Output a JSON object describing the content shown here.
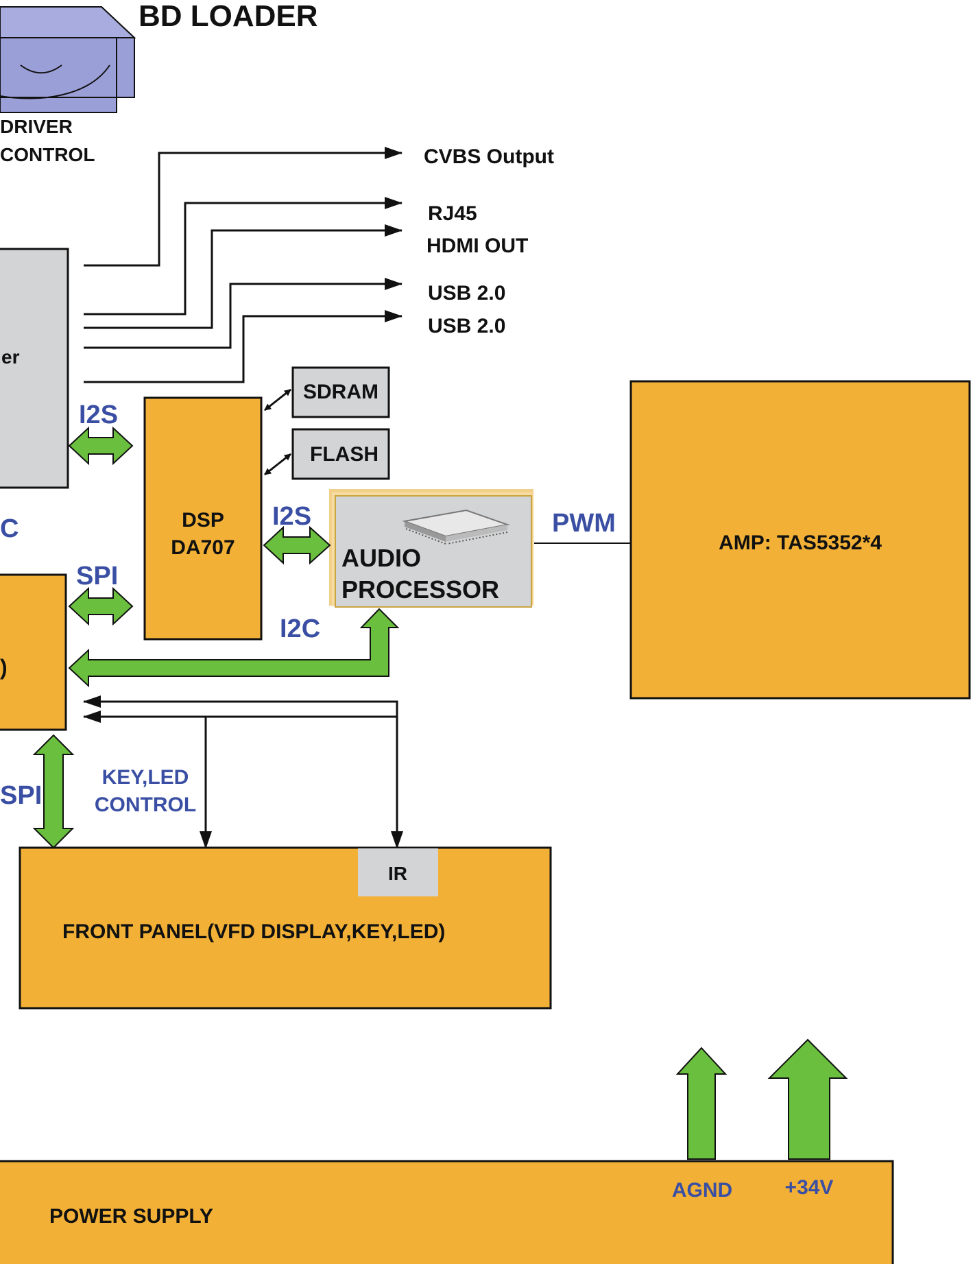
{
  "title": "BD LOADER",
  "colors": {
    "block_fill": "#f2b136",
    "chip_fill": "#d2d4d6",
    "bus_arrow": "#6abf3f",
    "bus_label": "#3a4fa3",
    "loader_fill": "#9b9fd8"
  },
  "loader": {
    "icon": "disc-drive-icon",
    "driver_label_1": "DRIVER",
    "driver_label_2": "CONTROL"
  },
  "outputs": [
    "CVBS Output",
    "RJ45",
    "HDMI OUT",
    "USB 2.0",
    "USB 2.0"
  ],
  "main_processor": {
    "label": "er"
  },
  "memory": {
    "sdram": "SDRAM",
    "flash": "FLASH"
  },
  "dsp": {
    "line1": "DSP",
    "line2": "DA707"
  },
  "audio_processor": {
    "icon": "chip-icon",
    "line1": "AUDIO",
    "line2": "PROCESSOR"
  },
  "amp": {
    "label": "AMP: TAS5352*4"
  },
  "buses": {
    "i2s_left": "I2S",
    "i2s_mid": "I2S",
    "left_partial": "C",
    "spi_upper": "SPI",
    "i2c": "I2C",
    "pwm": "PWM",
    "spi_lower": "SPI",
    "key_led_1": "KEY,LED",
    "key_led_2": "CONTROL"
  },
  "micro": {
    "label": ")"
  },
  "front_panel": {
    "label": "FRONT PANEL(VFD  DISPLAY,KEY,LED)",
    "ir": "IR"
  },
  "power_supply": {
    "label": "POWER SUPPLY",
    "agnd": "AGND",
    "v34": "+34V"
  }
}
